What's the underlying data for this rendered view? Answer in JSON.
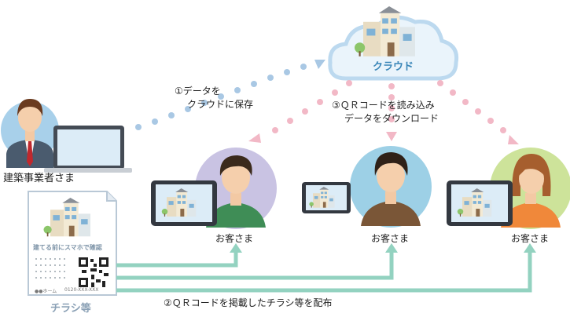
{
  "cloud": {
    "label": "クラウド"
  },
  "builder": {
    "label": "建築事業者さま"
  },
  "step1": {
    "line1": "①データを",
    "line2": "クラウドに保存"
  },
  "step2": {
    "label": "②ＱＲコードを掲載したチラシ等を配布"
  },
  "step3": {
    "line1": "③ＱＲコードを読み込み",
    "line2": "データをダウンロード"
  },
  "customers": [
    {
      "label": "お客さま"
    },
    {
      "label": "お客さま"
    },
    {
      "label": "お客さま"
    }
  ],
  "flyer": {
    "heading": "建てる前にスマホで確認",
    "company": "●●ホーム",
    "phone": "0120-XXX-XXX",
    "caption": "チラシ等"
  },
  "colors": {
    "upload_dots": "#a9c8e4",
    "download_dots": "#f2b8c6",
    "distribute_arrows": "#93d2c0",
    "cloud_fill": "#eaf4fb",
    "cloud_stroke": "#bcd9ef"
  }
}
